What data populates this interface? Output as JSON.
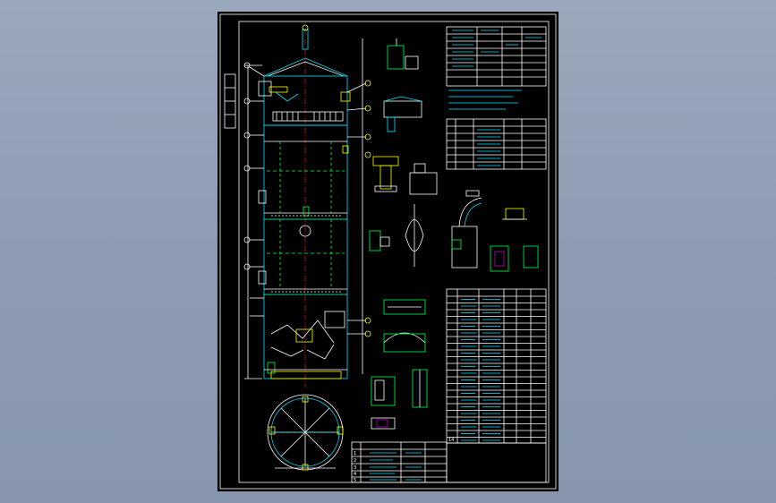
{
  "drawing": {
    "kind": "cad-engineering-drawing",
    "sheet_background": "#000000",
    "viewport_background": "#8d9cb2",
    "line_colors": {
      "frame": "#ffffff",
      "outline": "#00e5ff",
      "green_dashes": "#00ff44",
      "centerline": "#ff2020",
      "callouts": "#ffff00",
      "accent": "#ff00ff"
    }
  },
  "labels": {
    "title_block_no_1": "1",
    "title_block_no_2": "2",
    "title_block_no_3": "3",
    "title_block_no_4": "4",
    "title_block_no_5": "5",
    "parts_list_last": "14"
  }
}
